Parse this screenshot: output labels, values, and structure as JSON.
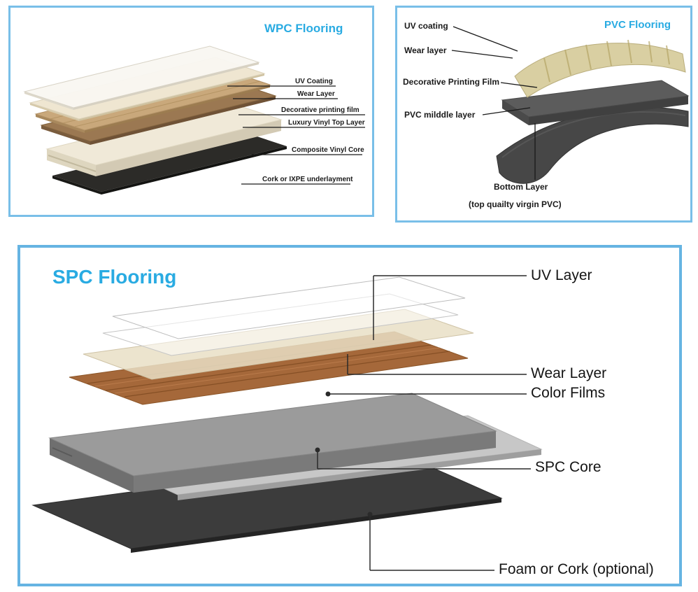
{
  "colors": {
    "accent": "#29abe2",
    "panel_border": "#79bfe8",
    "label_text": "#1a1a1a"
  },
  "panels": {
    "wpc": {
      "title": "WPC Flooring",
      "labels": [
        {
          "text": "UV Coating"
        },
        {
          "text": "Wear Layer"
        },
        {
          "text": "Decorative printing film"
        },
        {
          "text": "Luxury Vinyl Top Layer"
        },
        {
          "text": "Composite Vinyl Core"
        },
        {
          "text": "Cork or IXPE underlayment"
        }
      ]
    },
    "pvc": {
      "title": "PVC Flooring",
      "labels": [
        {
          "text": "UV coating"
        },
        {
          "text": "Wear layer"
        },
        {
          "text": "Decorative Printing Film"
        },
        {
          "text": "PVC milddle layer"
        },
        {
          "text": "Bottom Layer"
        },
        {
          "text": "(top quailty virgin PVC)"
        }
      ]
    },
    "spc": {
      "title": "SPC Flooring",
      "labels": [
        {
          "text": "UV Layer"
        },
        {
          "text": "Wear Layer"
        },
        {
          "text": "Color Films"
        },
        {
          "text": "SPC Core"
        },
        {
          "text": "Foam or Cork (optional)"
        }
      ]
    }
  }
}
